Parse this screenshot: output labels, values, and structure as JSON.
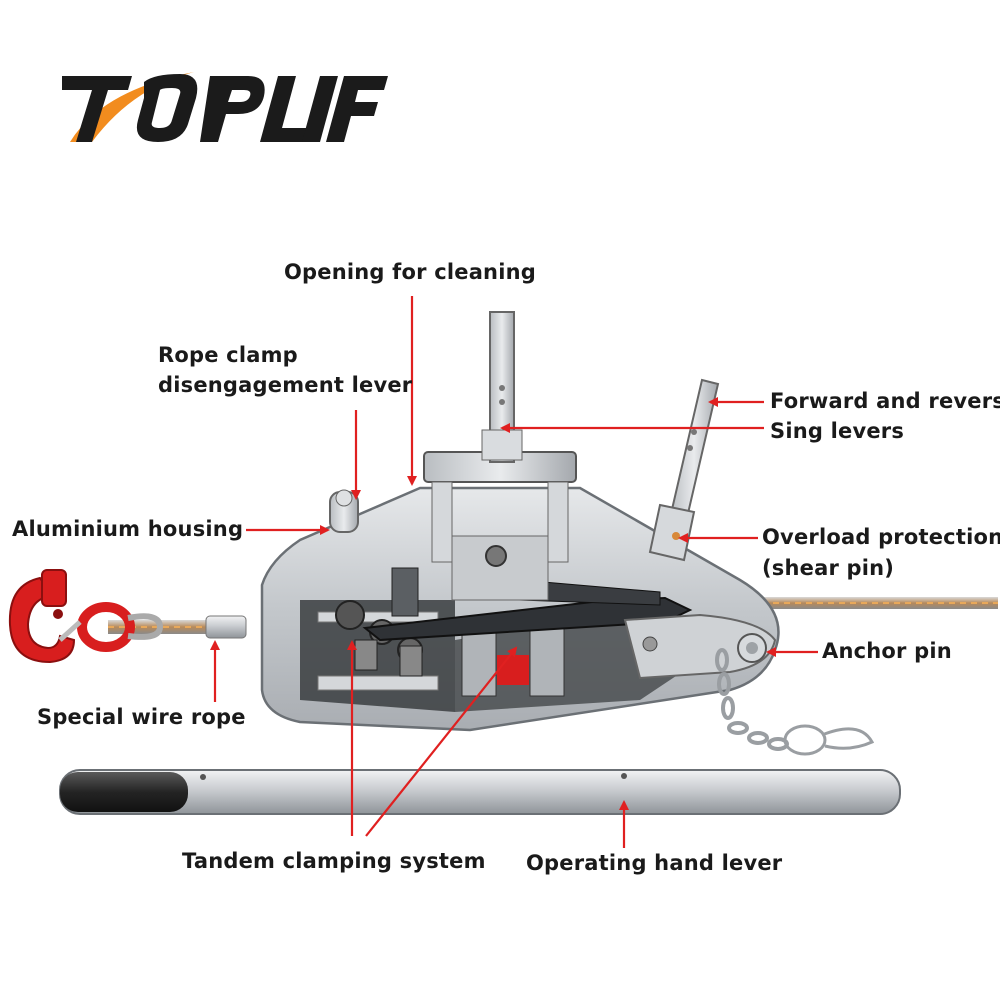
{
  "logo": {
    "text": "TOPLIFT",
    "accent_color": "#f28c1e",
    "text_color": "#1b1b1b"
  },
  "labels": {
    "opening_for_cleaning": "Opening for cleaning",
    "rope_clamp_line1": "Rope clamp",
    "rope_clamp_line2": "disengagement lever",
    "forward_reverse_line1": "Forward and revers",
    "forward_reverse_line2": "Sing levers",
    "aluminium_housing": "Aluminium housing",
    "overload_line1": "Overload protection",
    "overload_line2": "(shear pin)",
    "anchor_pin": "Anchor pin",
    "special_wire_rope": "Special wire rope",
    "tandem_clamping": "Tandem clamping system",
    "operating_hand_lever": "Operating hand lever"
  },
  "colors": {
    "arrow": "#e02020",
    "hook": "#d81e1e",
    "housing": "#c8ccd0",
    "handle_grip": "#2a2a2a"
  }
}
